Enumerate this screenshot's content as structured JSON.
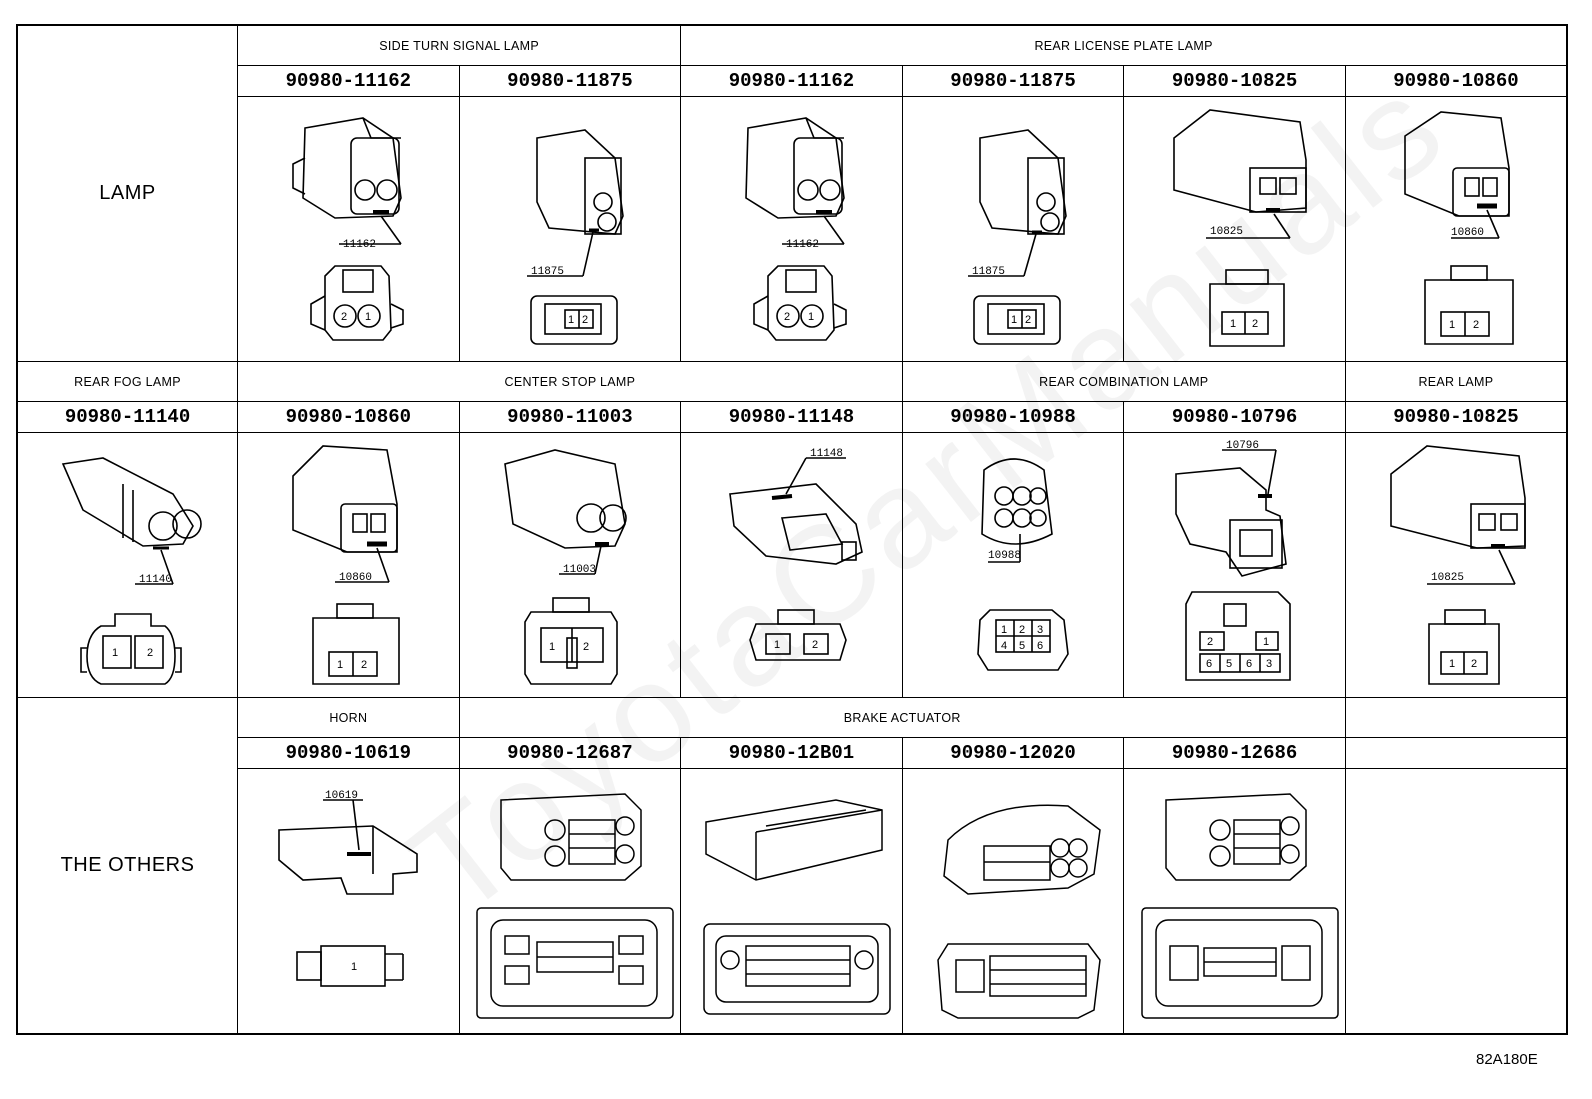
{
  "figure_id": "82A180E",
  "watermark": "ToyotaCarManuals",
  "sections": {
    "lamp": {
      "label": "LAMP",
      "groups": {
        "side_turn": "SIDE TURN SIGNAL LAMP",
        "license": "REAR LICENSE PLATE LAMP"
      },
      "parts": [
        "90980-11162",
        "90980-11875",
        "90980-11162",
        "90980-11875",
        "90980-10825",
        "90980-10860"
      ],
      "callouts": [
        "11162",
        "11875",
        "11162",
        "11875",
        "10825",
        "10860"
      ],
      "pins": {
        "c11162": [
          "2",
          "1"
        ],
        "c11875": [
          "1",
          "2"
        ],
        "c10825": [
          "1",
          "2"
        ],
        "c10860": [
          "1",
          "2"
        ]
      }
    },
    "middle": {
      "groups": {
        "rear_fog": "REAR FOG LAMP",
        "center_stop": "CENTER STOP LAMP",
        "rear_comb": "REAR COMBINATION LAMP",
        "rear_lamp": "REAR LAMP"
      },
      "parts": [
        "90980-11140",
        "90980-10860",
        "90980-11003",
        "90980-11148",
        "90980-10988",
        "90980-10796",
        "90980-10825"
      ],
      "callouts": [
        "11140",
        "10860",
        "11003",
        "11148",
        "10988",
        "10796",
        "10825"
      ],
      "pins": {
        "c11140": [
          "1",
          "2"
        ],
        "c10860": [
          "1",
          "2"
        ],
        "c11003": [
          "1",
          "2"
        ],
        "c11148": [
          "1",
          "2"
        ],
        "c10988": [
          "1",
          "2",
          "3",
          "4",
          "5",
          "6"
        ],
        "c10796": [
          "2",
          "1",
          "6",
          "5",
          "6",
          "3"
        ],
        "c10825": [
          "1",
          "2"
        ]
      }
    },
    "others": {
      "label": "THE OTHERS",
      "groups": {
        "horn": "HORN",
        "brake": "BRAKE ACTUATOR"
      },
      "parts": [
        "90980-10619",
        "90980-12687",
        "90980-12B01",
        "90980-12020",
        "90980-12686"
      ],
      "callouts": [
        "10619"
      ],
      "pins": {
        "c10619": [
          "1"
        ]
      }
    }
  }
}
